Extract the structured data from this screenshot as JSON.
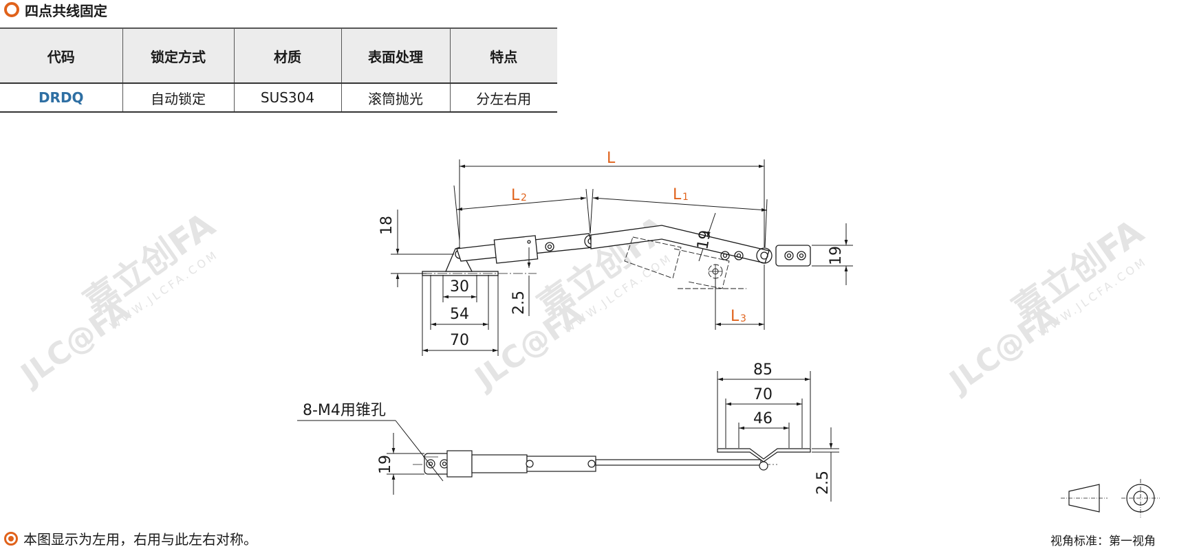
{
  "section": {
    "title": "四点共线固定"
  },
  "table": {
    "headers": [
      "代码",
      "锁定方式",
      "材质",
      "表面处理",
      "特点"
    ],
    "row": [
      "DRDQ",
      "自动锁定",
      "SUS304",
      "滚筒抛光",
      "分左右用"
    ]
  },
  "drawing": {
    "top_view": {
      "L": "L",
      "L1": "L",
      "L1_sub": "1",
      "L2": "L",
      "L2_sub": "2",
      "L3": "L",
      "L3_sub": "3",
      "dims": {
        "d18": "18",
        "d19_mid": "19",
        "d19_right": "19",
        "d30": "30",
        "d54": "54",
        "d70": "70",
        "d2_5": "2.5"
      }
    },
    "bottom_view": {
      "hole_label": "8-M4用锥孔",
      "dims": {
        "d85": "85",
        "d70": "70",
        "d46": "46",
        "d19": "19",
        "d2_5": "2.5"
      }
    },
    "watermark": {
      "brand": "嘉立创FA",
      "url": "WWW.JLCFA.COM",
      "logo": "JLC@FA"
    }
  },
  "note": "本图显示为左用，右用与此左右对称。",
  "view": {
    "label": "视角标准：第一视角"
  },
  "colors": {
    "accent": "#e0621b",
    "code": "#2e6fa3"
  }
}
